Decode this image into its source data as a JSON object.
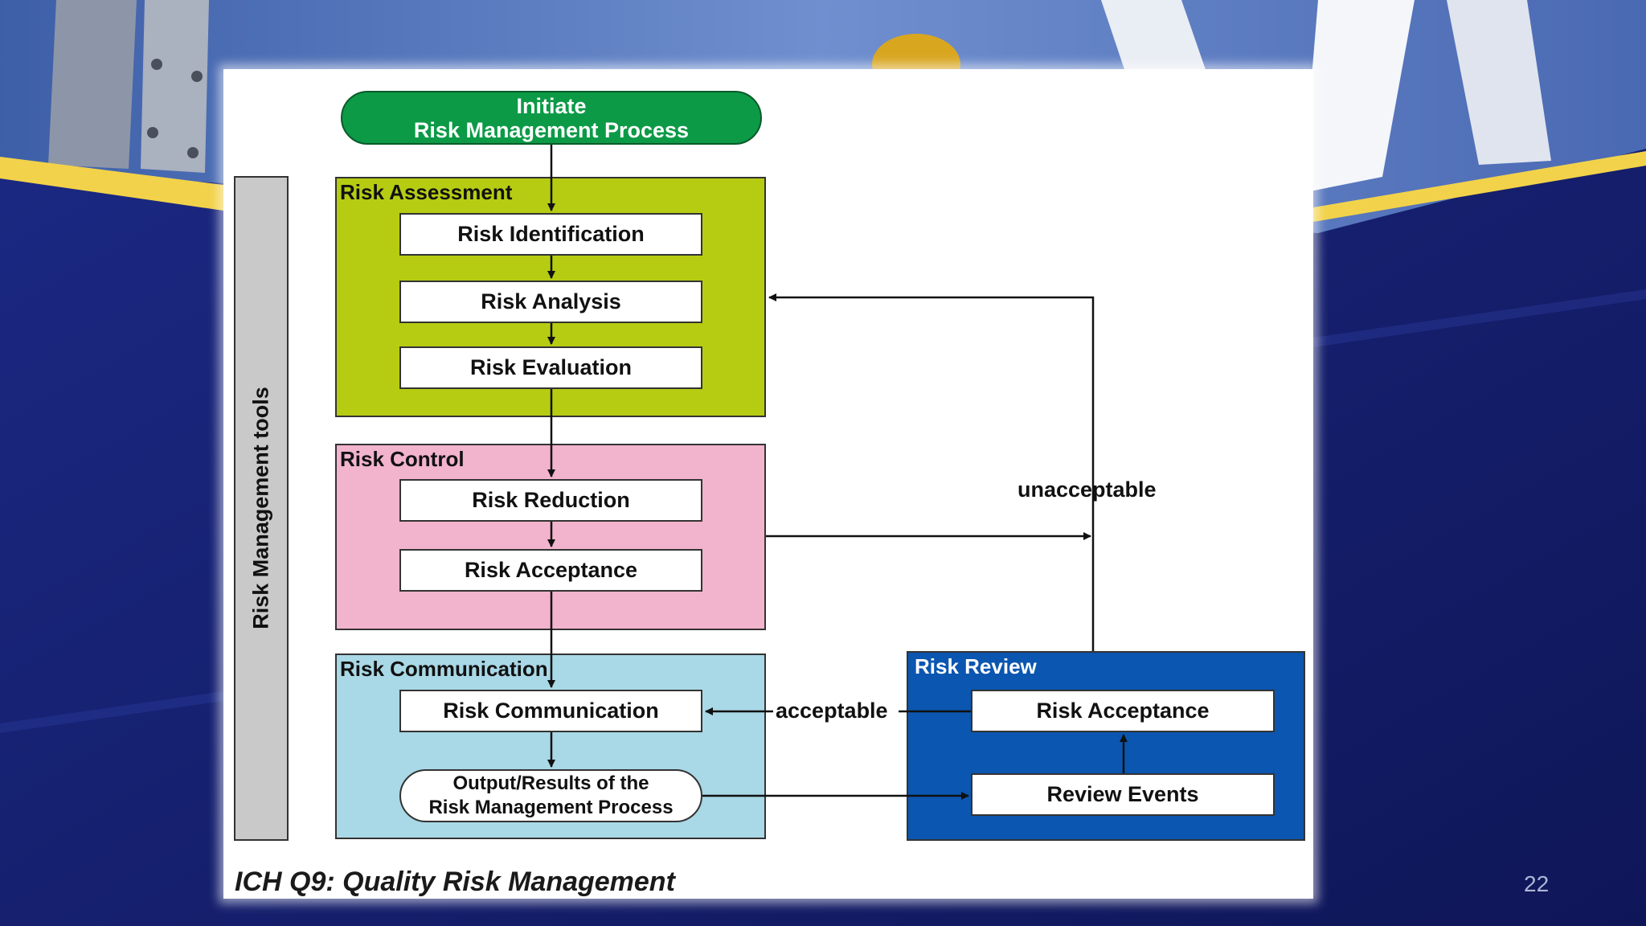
{
  "diagram": {
    "initiate": {
      "line1": "Initiate",
      "line2": "Risk Management Process"
    },
    "tools_label": "Risk Management tools",
    "risk_assessment": {
      "title": "Risk Assessment",
      "steps": [
        "Risk Identification",
        "Risk Analysis",
        "Risk Evaluation"
      ]
    },
    "risk_control": {
      "title": "Risk Control",
      "steps": [
        "Risk Reduction",
        "Risk Acceptance"
      ]
    },
    "risk_communication": {
      "title": "Risk Communication",
      "step": "Risk Communication",
      "output_line1": "Output/Results of the",
      "output_line2": "Risk Management Process"
    },
    "risk_review": {
      "title": "Risk Review",
      "steps": [
        "Risk Acceptance",
        "Review Events"
      ]
    },
    "labels": {
      "unacceptable": "unacceptable",
      "acceptable": "acceptable"
    }
  },
  "footer": "ICH Q9: Quality Risk Management",
  "page_number": "22",
  "colors": {
    "initiate": "#0c9a47",
    "risk_assessment": "#b6cc12",
    "risk_control": "#f2b3cd",
    "risk_communication": "#a9d8e6",
    "risk_review": "#0b56b0",
    "slide_background": "#151e6e",
    "accent_stripe": "#f2d24a"
  }
}
